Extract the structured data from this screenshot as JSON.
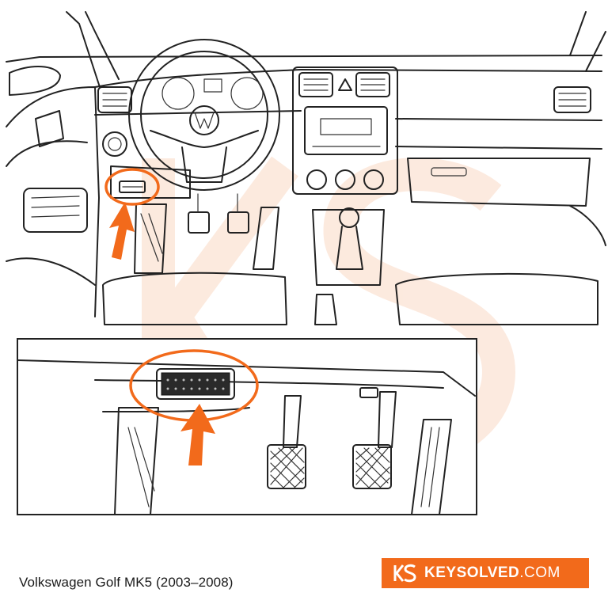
{
  "caption": "Volkswagen Golf MK5 (2003–2008)",
  "brand": {
    "name": "KEYSOLVED",
    "suffix": ".COM",
    "color": "#f26a1b",
    "logo": "ks-logo-icon"
  },
  "callout": {
    "color": "#f26a1b",
    "target": "OBD-II port"
  },
  "icons": [
    "vw-logo-icon",
    "hazard-triangle-icon",
    "arrow-up-icon",
    "ks-logo-icon"
  ]
}
